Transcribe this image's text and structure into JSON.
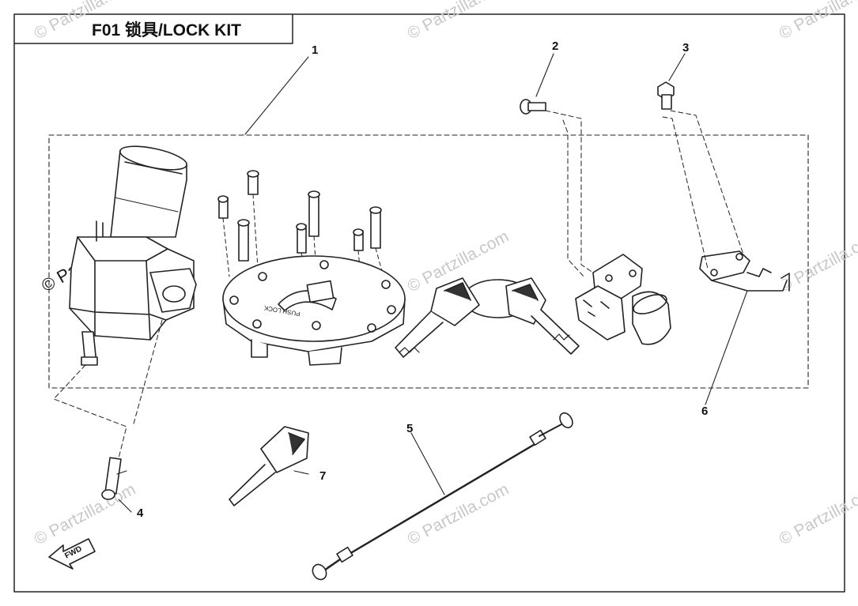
{
  "title": "F01  锁具/LOCK KIT",
  "callouts": [
    "1",
    "2",
    "3",
    "4",
    "5",
    "6",
    "7"
  ],
  "parts": [
    "ignition-switch",
    "fuel-cap",
    "key-pair",
    "seat-lock",
    "lock-bracket",
    "screw",
    "bolt",
    "lock-screw",
    "seat-lock-cable",
    "blank-key"
  ],
  "watermark": "© Partzilla.com",
  "fwd_label": "FWD",
  "key_label": "PUSH LOCK"
}
